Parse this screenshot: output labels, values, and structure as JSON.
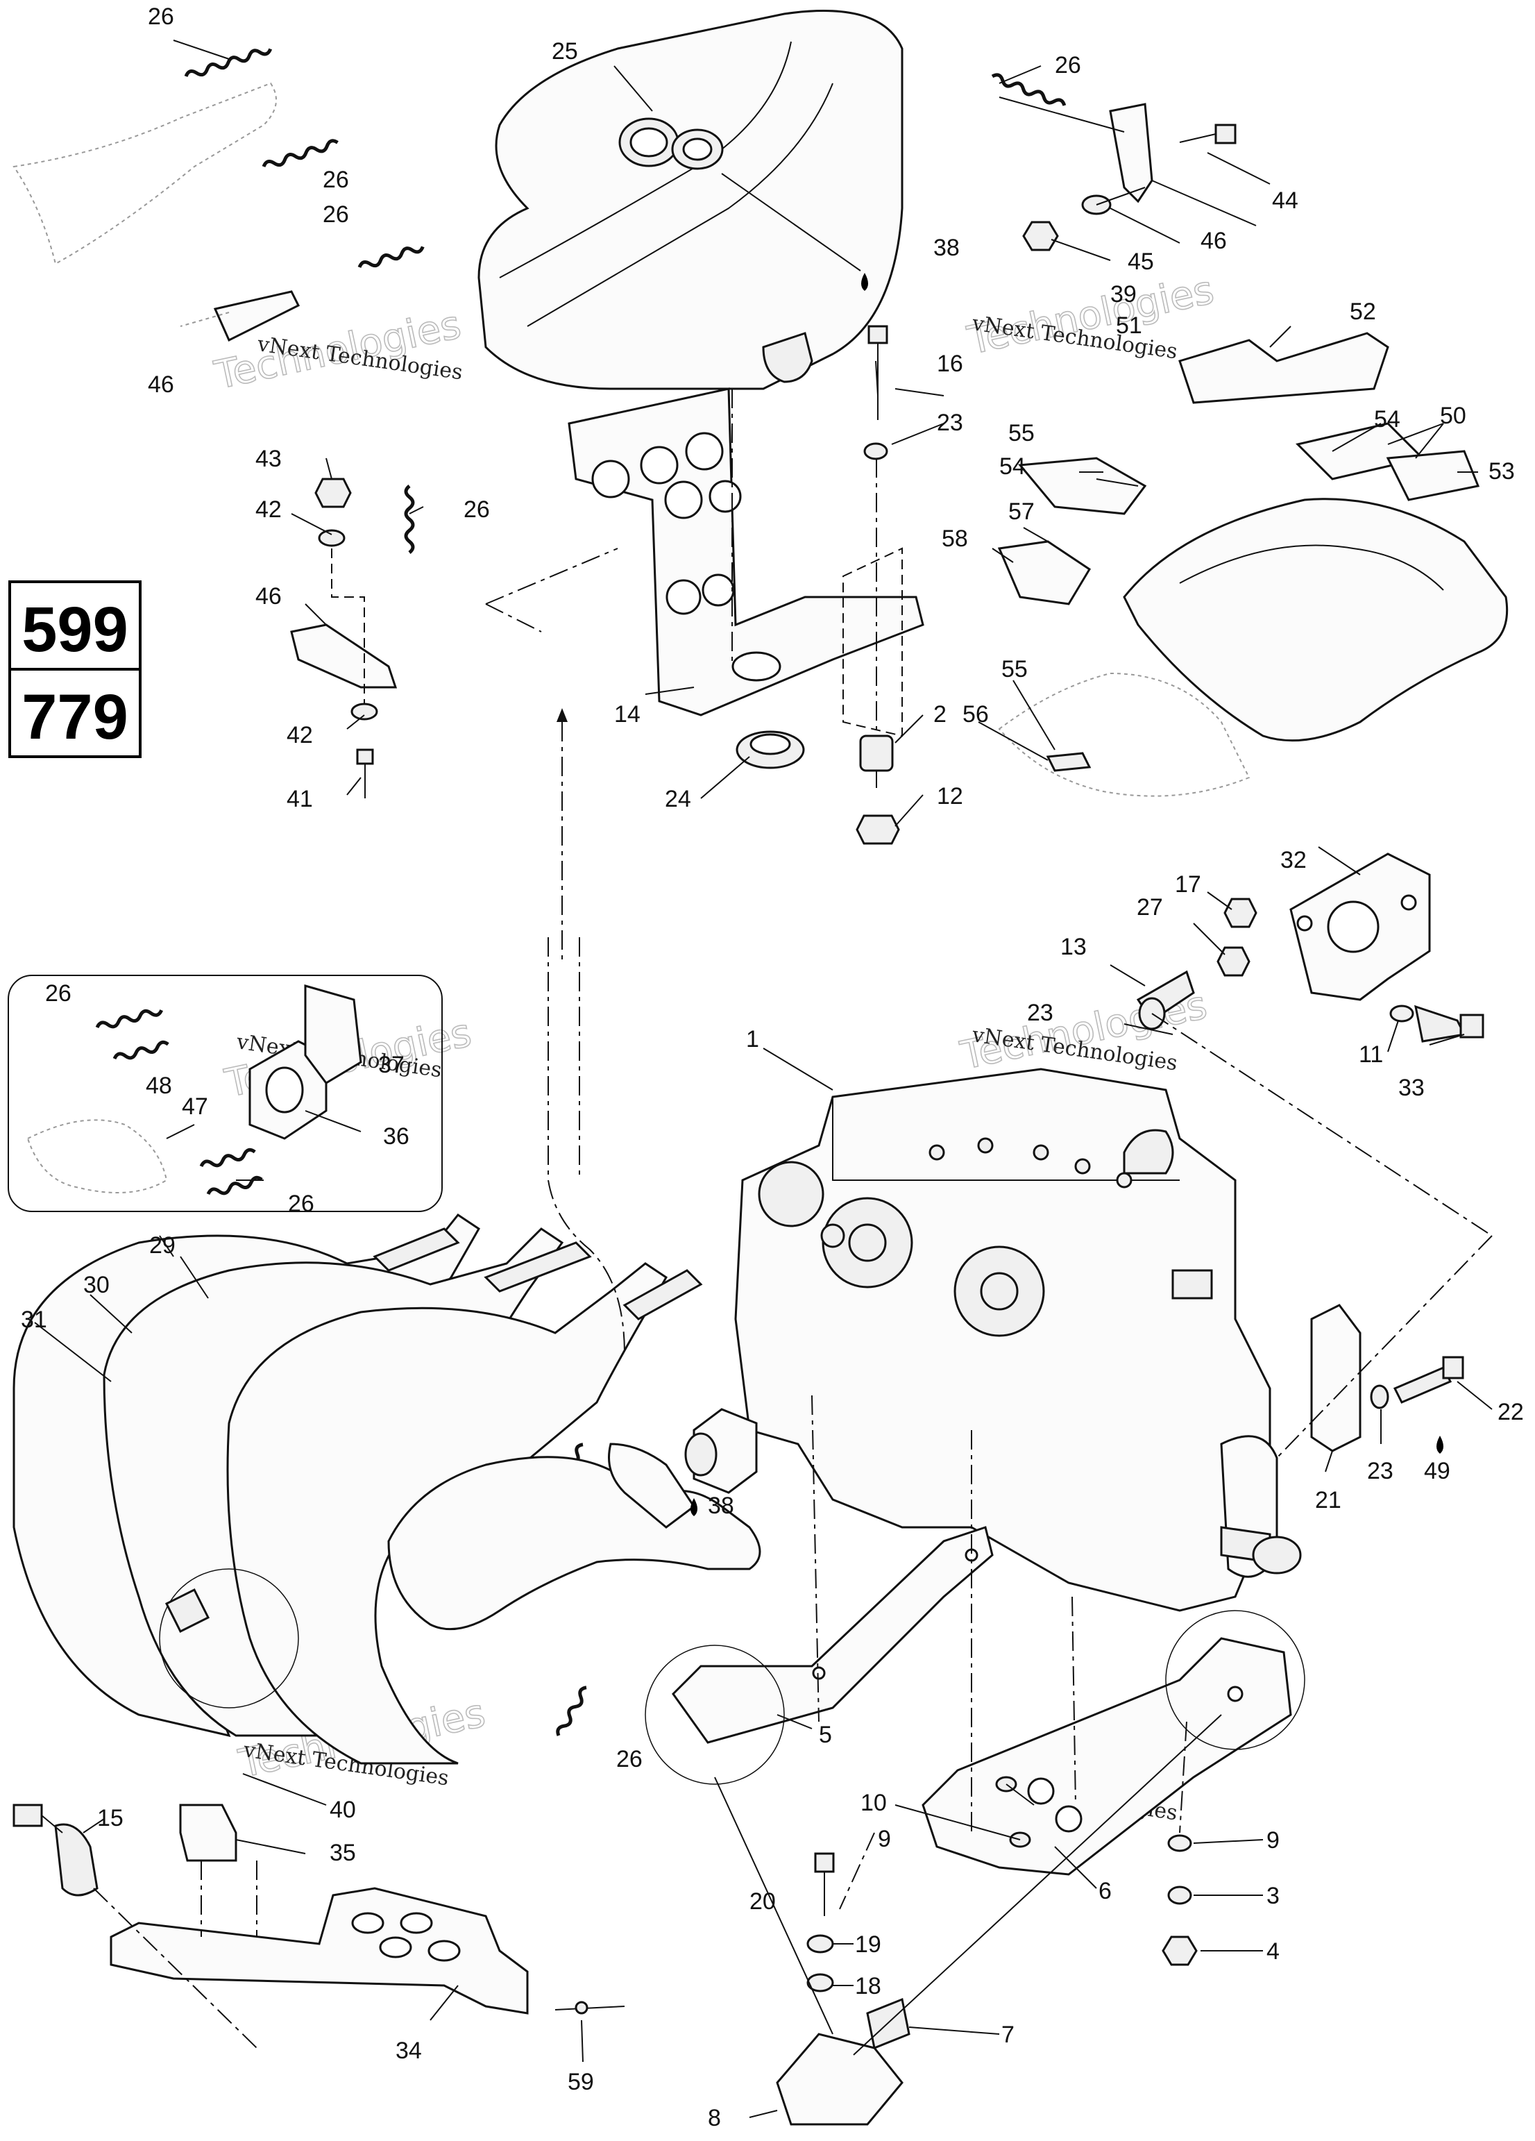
{
  "diagram": {
    "model_codes": [
      "599",
      "779"
    ],
    "watermark": "vNext Technologies",
    "watermark_big": "Technologies",
    "callouts": [
      {
        "id": "c26a",
        "label": "26"
      },
      {
        "id": "c25",
        "label": "25"
      },
      {
        "id": "c26b",
        "label": "26"
      },
      {
        "id": "c26c",
        "label": "26"
      },
      {
        "id": "c26d",
        "label": "26"
      },
      {
        "id": "c44",
        "label": "44"
      },
      {
        "id": "c46a",
        "label": "46"
      },
      {
        "id": "c45",
        "label": "45"
      },
      {
        "id": "c38a",
        "label": "38"
      },
      {
        "id": "c39",
        "label": "39"
      },
      {
        "id": "c46b",
        "label": "46"
      },
      {
        "id": "c52",
        "label": "52"
      },
      {
        "id": "c51",
        "label": "51"
      },
      {
        "id": "c16",
        "label": "16"
      },
      {
        "id": "c23a",
        "label": "23"
      },
      {
        "id": "c54a",
        "label": "54"
      },
      {
        "id": "c50",
        "label": "50"
      },
      {
        "id": "c53",
        "label": "53"
      },
      {
        "id": "c55a",
        "label": "55"
      },
      {
        "id": "c54b",
        "label": "54"
      },
      {
        "id": "c43",
        "label": "43"
      },
      {
        "id": "c42a",
        "label": "42"
      },
      {
        "id": "c26e",
        "label": "26"
      },
      {
        "id": "c57",
        "label": "57"
      },
      {
        "id": "c58",
        "label": "58"
      },
      {
        "id": "c46c",
        "label": "46"
      },
      {
        "id": "c55b",
        "label": "55"
      },
      {
        "id": "c14",
        "label": "14"
      },
      {
        "id": "c2",
        "label": "2"
      },
      {
        "id": "c56",
        "label": "56"
      },
      {
        "id": "c42b",
        "label": "42"
      },
      {
        "id": "c41",
        "label": "41"
      },
      {
        "id": "c24",
        "label": "24"
      },
      {
        "id": "c12",
        "label": "12"
      },
      {
        "id": "c32",
        "label": "32"
      },
      {
        "id": "c17",
        "label": "17"
      },
      {
        "id": "c27",
        "label": "27"
      },
      {
        "id": "c13",
        "label": "13"
      },
      {
        "id": "c23b",
        "label": "23"
      },
      {
        "id": "c26f",
        "label": "26"
      },
      {
        "id": "c1",
        "label": "1"
      },
      {
        "id": "c11",
        "label": "11"
      },
      {
        "id": "c37",
        "label": "37"
      },
      {
        "id": "c48",
        "label": "48"
      },
      {
        "id": "c47",
        "label": "47"
      },
      {
        "id": "c33",
        "label": "33"
      },
      {
        "id": "c36",
        "label": "36"
      },
      {
        "id": "c26g",
        "label": "26"
      },
      {
        "id": "c29",
        "label": "29"
      },
      {
        "id": "c30",
        "label": "30"
      },
      {
        "id": "c31",
        "label": "31"
      },
      {
        "id": "c22",
        "label": "22"
      },
      {
        "id": "c23c",
        "label": "23"
      },
      {
        "id": "c49",
        "label": "49"
      },
      {
        "id": "c21",
        "label": "21"
      },
      {
        "id": "c38b",
        "label": "38"
      },
      {
        "id": "c5",
        "label": "5"
      },
      {
        "id": "c26h",
        "label": "26"
      },
      {
        "id": "c40",
        "label": "40"
      },
      {
        "id": "c10",
        "label": "10"
      },
      {
        "id": "c9a",
        "label": "9"
      },
      {
        "id": "c9b",
        "label": "9"
      },
      {
        "id": "c15",
        "label": "15"
      },
      {
        "id": "c35",
        "label": "35"
      },
      {
        "id": "c6",
        "label": "6"
      },
      {
        "id": "c3",
        "label": "3"
      },
      {
        "id": "c20",
        "label": "20"
      },
      {
        "id": "c19",
        "label": "19"
      },
      {
        "id": "c4",
        "label": "4"
      },
      {
        "id": "c18",
        "label": "18"
      },
      {
        "id": "c7",
        "label": "7"
      },
      {
        "id": "c34",
        "label": "34"
      },
      {
        "id": "c59",
        "label": "59"
      },
      {
        "id": "c8",
        "label": "8"
      }
    ]
  }
}
